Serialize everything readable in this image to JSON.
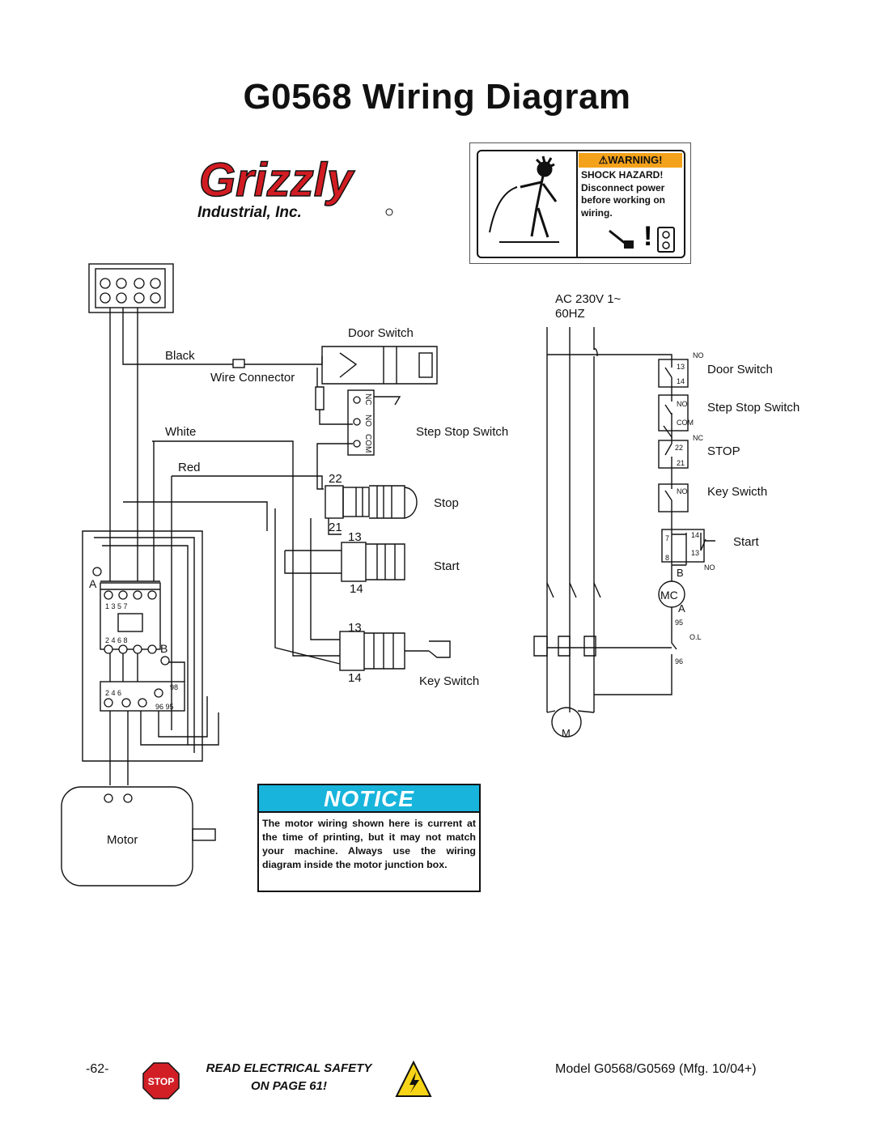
{
  "page_title": "G0568 Wiring Diagram",
  "logo": {
    "brand": "Grizzly",
    "subtitle": "Industrial, Inc."
  },
  "warning_label": {
    "header": "WARNING!",
    "line1": "SHOCK HAZARD!",
    "line2": "Disconnect power",
    "line3": "before working on",
    "line4": "wiring."
  },
  "wiring": {
    "supply": "AC 230V 1~",
    "frequency": "60HZ",
    "black": "Black",
    "white": "White",
    "red": "Red",
    "wire_connector": "Wire Connector",
    "door_switch": "Door Switch",
    "step_stop_switch": "Step Stop Switch",
    "stop": "Stop",
    "start": "Start",
    "key_switch": "Key Switch",
    "motor": "Motor",
    "nc": "NC",
    "no": "NO",
    "com": "COM",
    "n22": "22",
    "n21": "21",
    "n13a": "13",
    "n14a": "14",
    "n13b": "13",
    "n14b": "14",
    "contactor_a": "A",
    "contactor_b": "B",
    "top_terms": "1   3   5   7",
    "bot_terms": "2   4   6   8",
    "ol_terms": "2     4     6",
    "ol_98": "98",
    "ol_9695": "96 95"
  },
  "schematic": {
    "door_switch": "Door Switch",
    "step_stop_switch": "Step Stop Switch",
    "stop": "STOP",
    "key_switch": "Key Swicth",
    "start": "Start",
    "mc": "MC",
    "m": "M",
    "b": "B",
    "a": "A",
    "no": "NO",
    "nc": "NC",
    "com": "COM",
    "t13": "13",
    "t14": "14",
    "t22": "22",
    "t21": "21",
    "t7": "7",
    "t8": "8",
    "t14b": "14",
    "t13b": "13",
    "t95": "95",
    "t96": "96",
    "ol": "O.L"
  },
  "notice": {
    "header": "NOTICE",
    "body": "The motor wiring shown here is current at the time of printing, but it may not match your machine. Always use the wiring diagram inside the motor junction box."
  },
  "footer": {
    "page_number": "-62-",
    "safety_line1": "READ ELECTRICAL SAFETY",
    "safety_line2": "ON PAGE 61!",
    "stop_sign": "STOP",
    "model": "Model G0568/G0569 (Mfg. 10/04+)"
  },
  "colors": {
    "notice_header": "#18b4dc",
    "warning_header": "#f4a21b",
    "logo_red": "#d01c22",
    "stop_sign": "#d21f26",
    "hazard_yellow": "#f7d417"
  }
}
